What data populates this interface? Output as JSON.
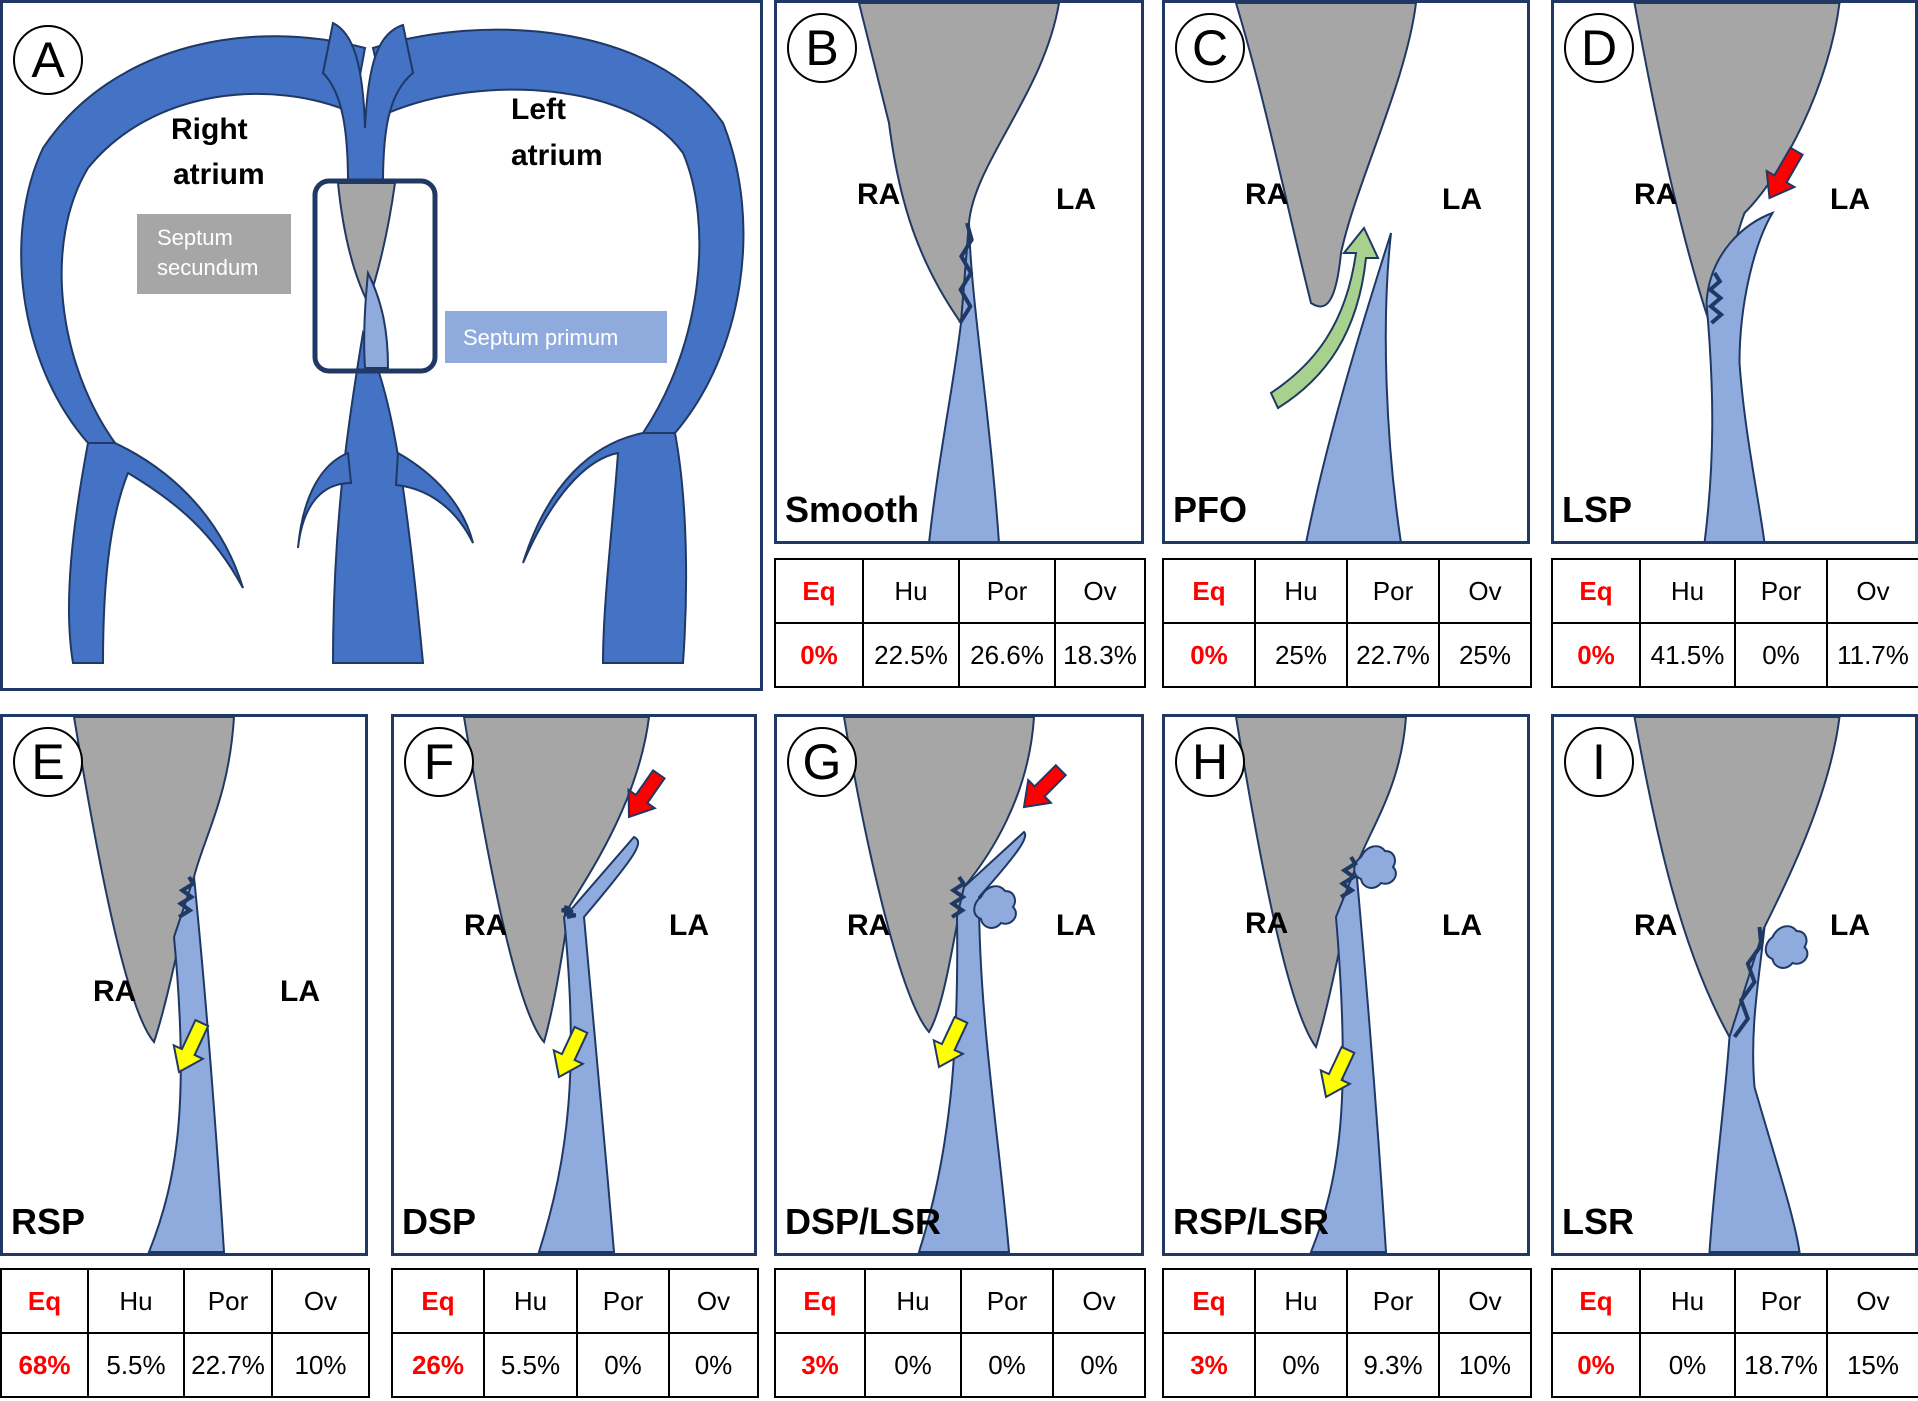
{
  "panel_a": {
    "letter": "A",
    "right_atrium": [
      "Right",
      "atrium"
    ],
    "left_atrium": [
      "Left",
      "atrium"
    ],
    "septum_secundum": [
      "Septum",
      "secundum"
    ],
    "septum_primum": "Septum primum",
    "colors": {
      "wall": "#4472c4",
      "secundum": "#a6a6a6",
      "primum": "#8faadc",
      "box": "#1f3864"
    }
  },
  "table_headers": {
    "eq": "Eq",
    "hu": "Hu",
    "por": "Por",
    "ov": "Ov"
  },
  "panels": [
    {
      "letter": "B",
      "name": "Smooth",
      "ra": "RA",
      "la": "LA",
      "eq": "0%",
      "hu": "22.5%",
      "por": "26.6%",
      "ov": "18.3%"
    },
    {
      "letter": "C",
      "name": "PFO",
      "ra": "RA",
      "la": "LA",
      "eq": "0%",
      "hu": "25%",
      "por": "22.7%",
      "ov": "25%"
    },
    {
      "letter": "D",
      "name": "LSP",
      "ra": "RA",
      "la": "LA",
      "eq": "0%",
      "hu": "41.5%",
      "por": "0%",
      "ov": "11.7%"
    },
    {
      "letter": "E",
      "name": "RSP",
      "ra": "RA",
      "la": "LA",
      "eq": "68%",
      "hu": "5.5%",
      "por": "22.7%",
      "ov": "10%"
    },
    {
      "letter": "F",
      "name": "DSP",
      "ra": "RA",
      "la": "LA",
      "eq": "26%",
      "hu": "5.5%",
      "por": "0%",
      "ov": "0%"
    },
    {
      "letter": "G",
      "name": "DSP/LSR",
      "ra": "RA",
      "la": "LA",
      "eq": "3%",
      "hu": "0%",
      "por": "0%",
      "ov": "0%"
    },
    {
      "letter": "H",
      "name": "RSP/LSR",
      "ra": "RA",
      "la": "LA",
      "eq": "3%",
      "hu": "0%",
      "por": "9.3%",
      "ov": "10%"
    },
    {
      "letter": "I",
      "name": "LSR",
      "ra": "RA",
      "la": "LA",
      "eq": "0%",
      "hu": "0%",
      "por": "18.7%",
      "ov": "15%"
    }
  ]
}
